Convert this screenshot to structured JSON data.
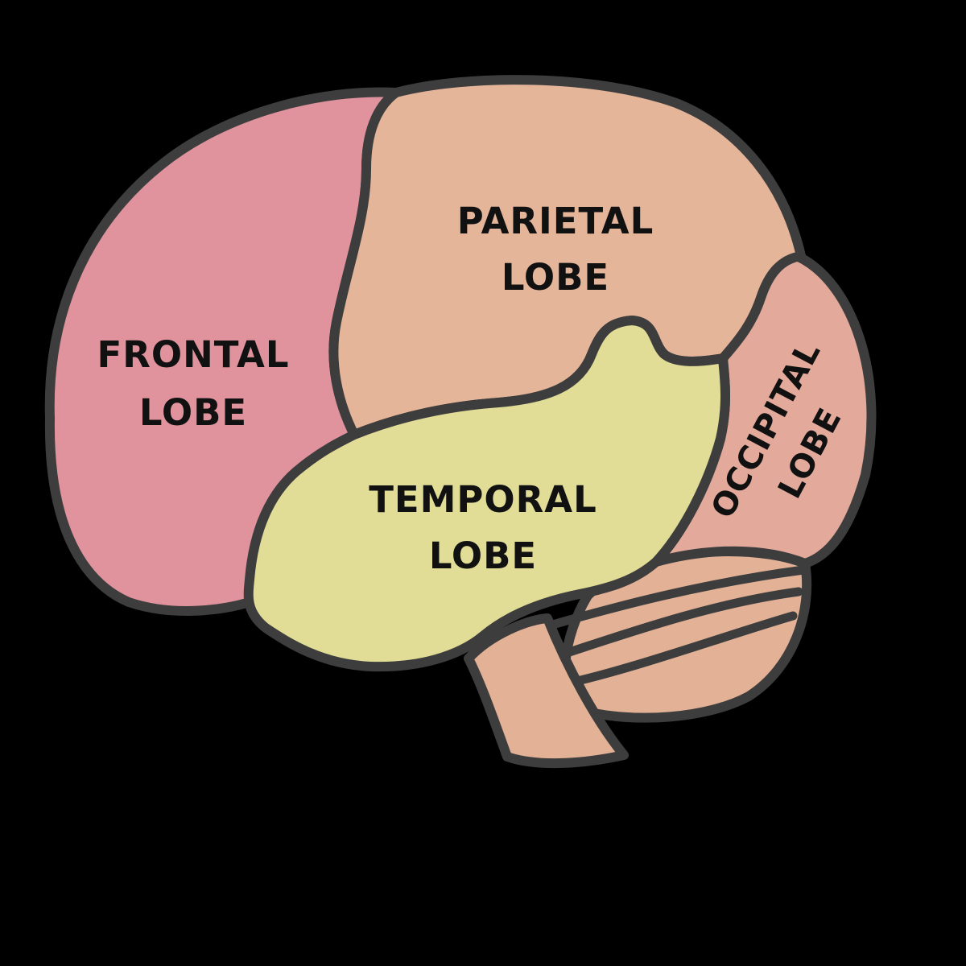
{
  "colors": {
    "background": "#000000",
    "outline": "#3d3d3d",
    "frontal": "#e0939c",
    "parietal": "#e5b59a",
    "temporal": "#e1dc96",
    "occipital": "#e3a99a",
    "cerebellum": "#e3b196",
    "brainstem": "#e3b196",
    "label_text": "#111111"
  },
  "lobes": {
    "frontal": {
      "line1": "FRONTAL",
      "line2": "LOBE"
    },
    "parietal": {
      "line1": "PARIETAL",
      "line2": "LOBE"
    },
    "temporal": {
      "line1": "TEMPORAL",
      "line2": "LOBE"
    },
    "occipital": {
      "line1": "OCCIPITAL",
      "line2": "LOBE"
    }
  }
}
